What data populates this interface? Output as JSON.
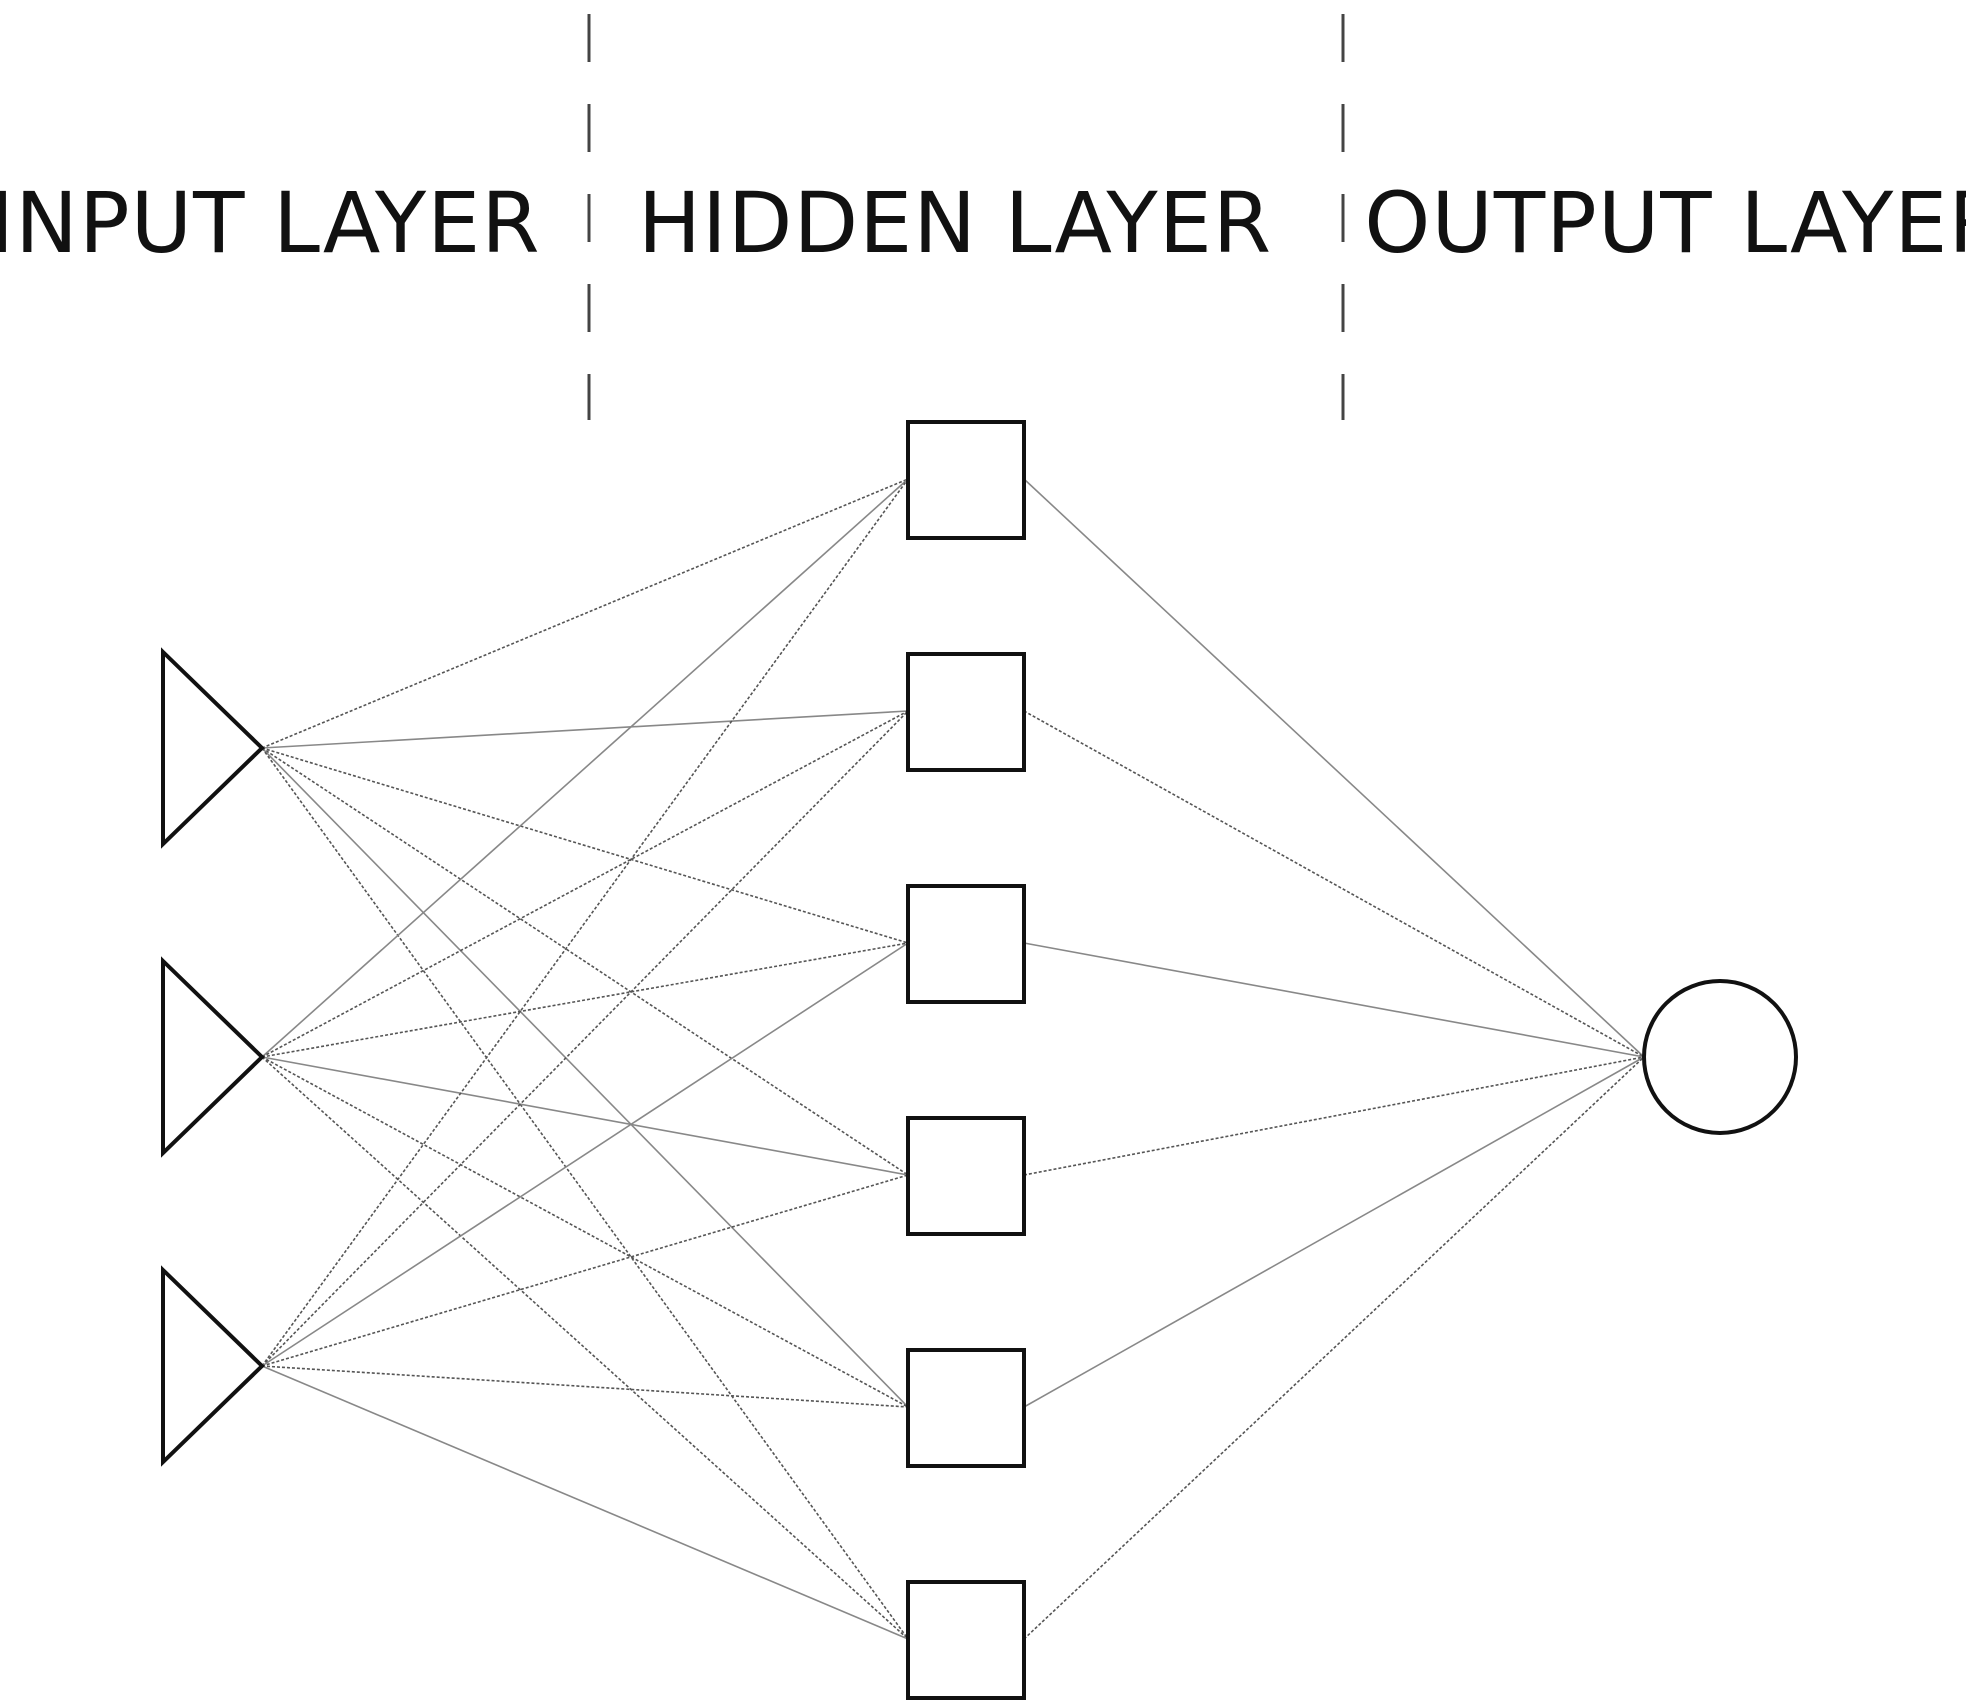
{
  "labels": {
    "input": "INPUT LAYER",
    "hidden": "HIDDEN LAYER",
    "output": "OUTPUT LAYER"
  },
  "network": {
    "input_count": 3,
    "hidden_count": 6,
    "output_count": 1,
    "input_shape": "triangle",
    "hidden_shape": "square",
    "output_shape": "circle"
  },
  "colors": {
    "stroke": "#111111",
    "edge": "#555555",
    "background": "#ffffff"
  }
}
